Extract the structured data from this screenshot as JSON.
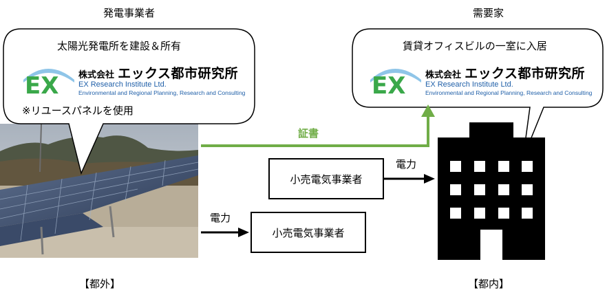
{
  "producer": {
    "heading": "発電事業者",
    "bubble_line": "太陽光発電所を建設＆所有",
    "note": "※リユースパネルを使用",
    "location": "【都外】"
  },
  "consumer": {
    "heading": "需要家",
    "bubble_line": "賃貸オフィスビルの一室に入居",
    "location": "【都内】"
  },
  "logo": {
    "mark": "EX",
    "company_prefix": "株式会社",
    "company_name": "エックス都市研究所",
    "english_name": "EX Research Institute Ltd.",
    "english_sub": "Environmental and Regional Planning, Research and Consulting"
  },
  "flows": {
    "certificate_label": "証書",
    "power_label_top": "電力",
    "power_label_bottom": "電力"
  },
  "retailers": {
    "top": "小売電気事業者",
    "bottom": "小売電気事業者"
  },
  "colors": {
    "certificate_arrow": "#70ad47",
    "logo_green": "#3aa84a",
    "logo_blue": "#1f5fa8"
  }
}
